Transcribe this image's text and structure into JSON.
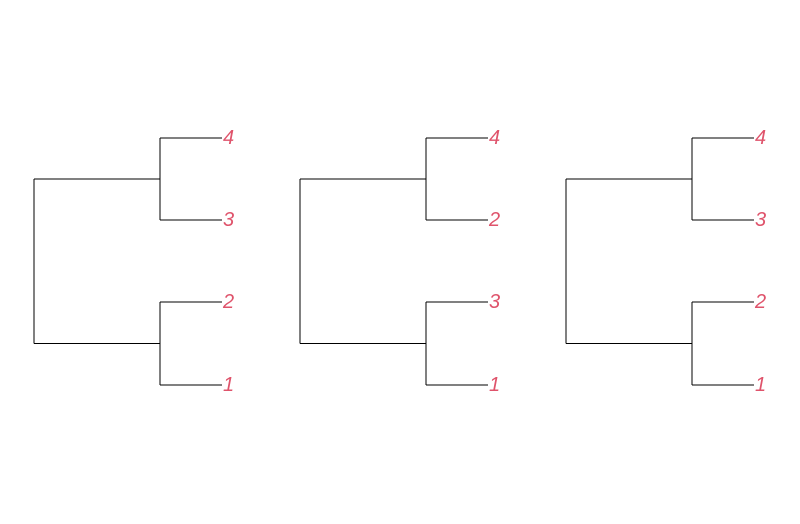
{
  "diagram": {
    "type": "phylogenetic-tree-panels",
    "edge_color": "#000000",
    "label_color": "#df536b",
    "trees": [
      {
        "tips": [
          "4",
          "3",
          "2",
          "1"
        ]
      },
      {
        "tips": [
          "4",
          "2",
          "3",
          "1"
        ]
      },
      {
        "tips": [
          "4",
          "3",
          "2",
          "1"
        ]
      }
    ]
  }
}
